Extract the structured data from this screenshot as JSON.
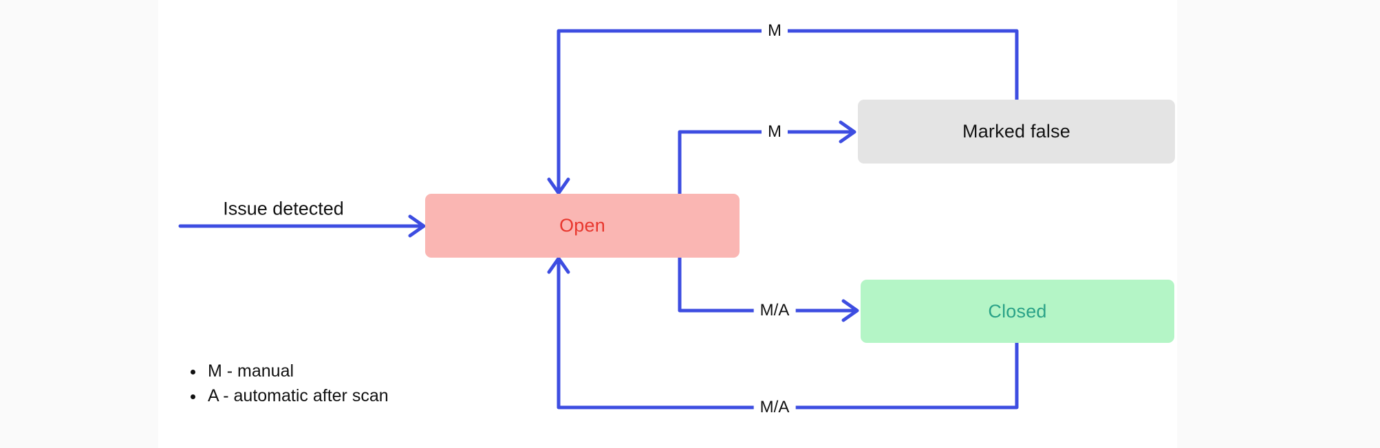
{
  "diagram": {
    "nodes": {
      "open": {
        "label": "Open",
        "fill": "#fab6b3",
        "text_color": "#e8362d"
      },
      "marked_false": {
        "label": "Marked false",
        "fill": "#e4e4e4",
        "text_color": "#121212"
      },
      "closed": {
        "label": "Closed",
        "fill": "#b4f5c6",
        "text_color": "#2aa287"
      }
    },
    "edges": {
      "issue_detected": {
        "label": "Issue detected"
      },
      "open_to_marked_false": {
        "label": "M"
      },
      "marked_false_to_open": {
        "label": "M"
      },
      "open_to_closed": {
        "label": "M/A"
      },
      "closed_to_open": {
        "label": "M/A"
      }
    },
    "legend": {
      "items": [
        {
          "label": "M - manual"
        },
        {
          "label": "A - automatic after scan"
        }
      ]
    },
    "colors": {
      "arrow": "#3d4de1",
      "canvas": "#ffffff",
      "page_bg": "#fafafa"
    }
  }
}
